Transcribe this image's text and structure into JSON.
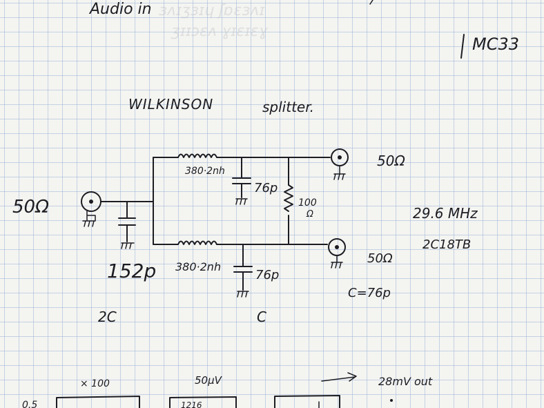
{
  "top_note": "Audio in",
  "top_right_note": "MC33",
  "title": "WILKINSON",
  "title_suffix": "splitter.",
  "input_impedance": "50Ω",
  "input_cap": "152p",
  "inductor_top": "380·2nh",
  "inductor_bottom": "380·2nh",
  "cap_top": "76p",
  "cap_bottom": "76p",
  "resistor": "100",
  "resistor_unit": "Ω",
  "output_top_impedance": "50Ω",
  "output_bottom_impedance": "50Ω",
  "frequency": "29.6 MHz",
  "part_number": "2C18TB",
  "cap_equation": "C=76p",
  "label_2c": "2C",
  "label_c": "C",
  "bottom_gain": "× 100",
  "bottom_level": "50μV",
  "bottom_output": "28mV out",
  "bottom_left_fragment": "0.5",
  "bottom_box_fragment": "1216",
  "colors": {
    "ink": "#1c1c22",
    "paper": "#f4f4f1",
    "grid": "#8caad2"
  }
}
